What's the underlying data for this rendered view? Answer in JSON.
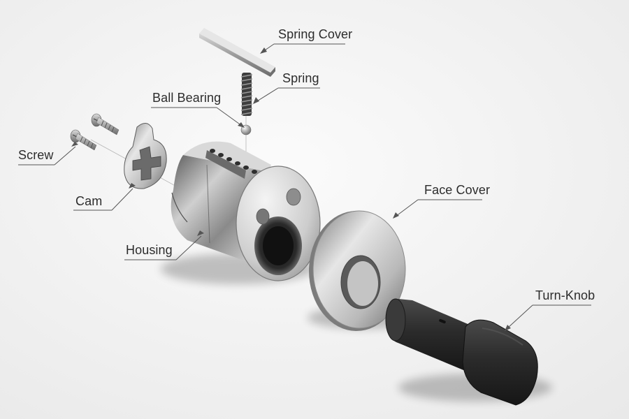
{
  "labels": {
    "spring_cover": "Spring Cover",
    "spring": "Spring",
    "ball_bearing": "Ball Bearing",
    "screw": "Screw",
    "cam": "Cam",
    "housing": "Housing",
    "face_cover": "Face Cover",
    "turn_knob": "Turn-Knob"
  },
  "colors": {
    "background": "#f3f3f3",
    "steel_light": "#e4e4e4",
    "steel_mid": "#a9a9a9",
    "steel_dark": "#5c5c5c",
    "knob": "#2b2b2b",
    "leader": "#555555",
    "text": "#2c2c2c"
  }
}
